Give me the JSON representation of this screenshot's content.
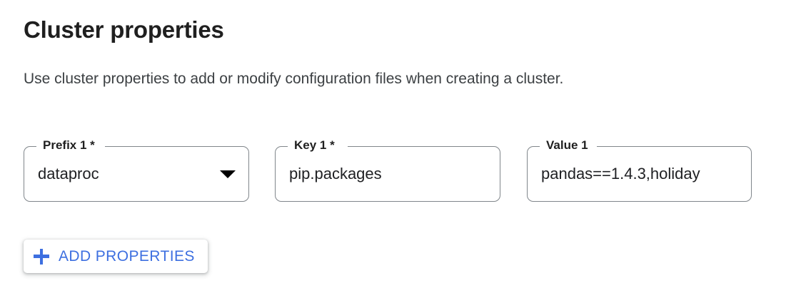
{
  "section": {
    "title": "Cluster properties",
    "description": "Use cluster properties to add or modify configuration files when creating a cluster."
  },
  "fields": [
    {
      "name": "prefix",
      "label": "Prefix 1 *",
      "value": "dataproc",
      "type": "select",
      "required": true,
      "icon": "chevron-down-icon"
    },
    {
      "name": "key",
      "label": "Key 1 *",
      "value": "pip.packages",
      "type": "text",
      "required": true
    },
    {
      "name": "value",
      "label": "Value 1",
      "value": "pandas==1.4.3,holiday",
      "type": "text",
      "required": false
    }
  ],
  "actions": {
    "add_properties_label": "ADD PROPERTIES",
    "add_properties_icon": "plus-icon"
  },
  "colors": {
    "accent_blue": "#3d6fe0",
    "field_border": "#80868b",
    "text_primary": "#202124",
    "text_secondary": "#3c4043",
    "background": "#ffffff"
  }
}
